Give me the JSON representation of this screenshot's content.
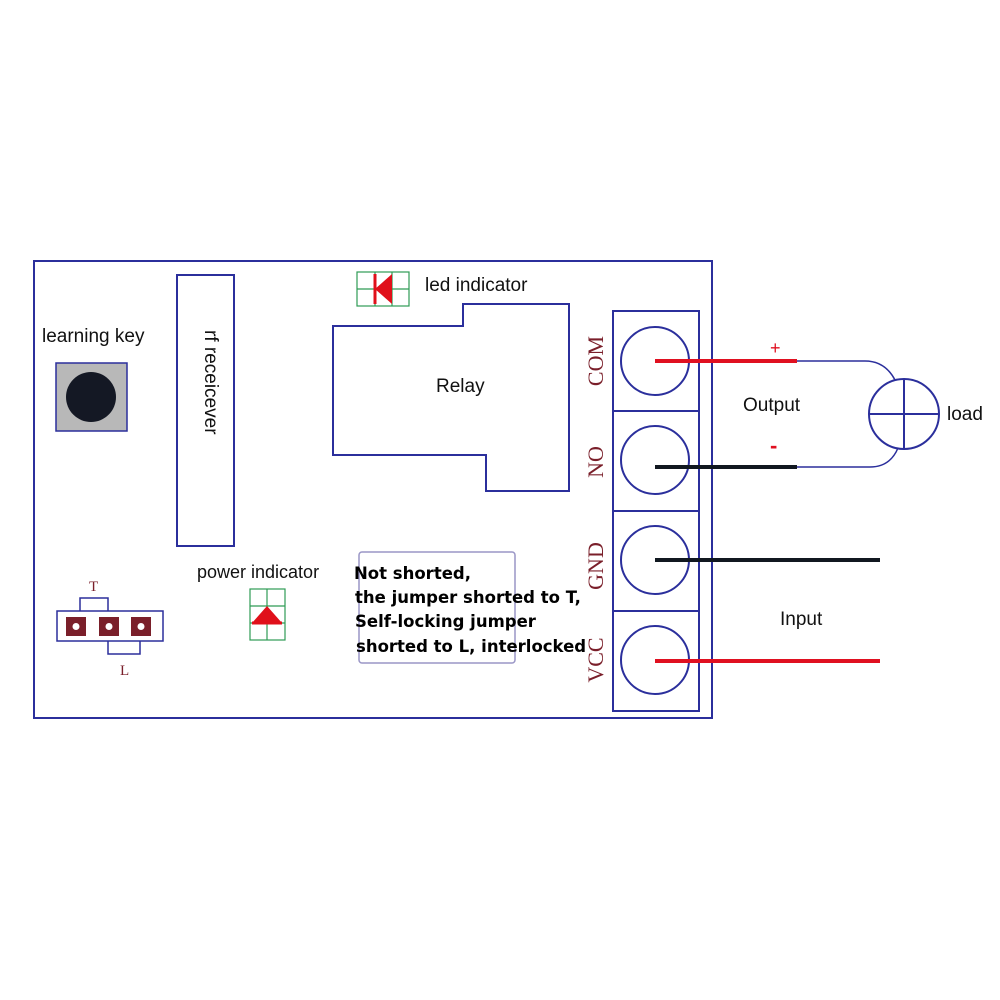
{
  "labels": {
    "learning_key": "learning key",
    "rf_receiver": "rf receicever",
    "led_indicator": "led indicator",
    "relay": "Relay",
    "power_indicator": "power indicator",
    "jumper_t": "T",
    "jumper_l": "L",
    "output": "Output",
    "load": "load",
    "input": "Input",
    "plus": "+",
    "minus": "-"
  },
  "terminals": [
    "COM",
    "NO",
    "GND",
    "VCC"
  ],
  "note_lines": [
    "Not shorted,",
    "the jumper shorted to T,",
    "Self-locking jumper",
    "shorted to L, interlocked"
  ],
  "colors": {
    "outline": "#2b2f9c",
    "led_red": "#e0101a",
    "led_grid": "#2e9b55",
    "wire_red": "#e01020",
    "wire_black": "#111820",
    "key_gray": "#b8b8b8",
    "terminal_text": "#7a1f2a",
    "pin_pad": "#7a1f2a",
    "note_box": "#9a96c6"
  }
}
